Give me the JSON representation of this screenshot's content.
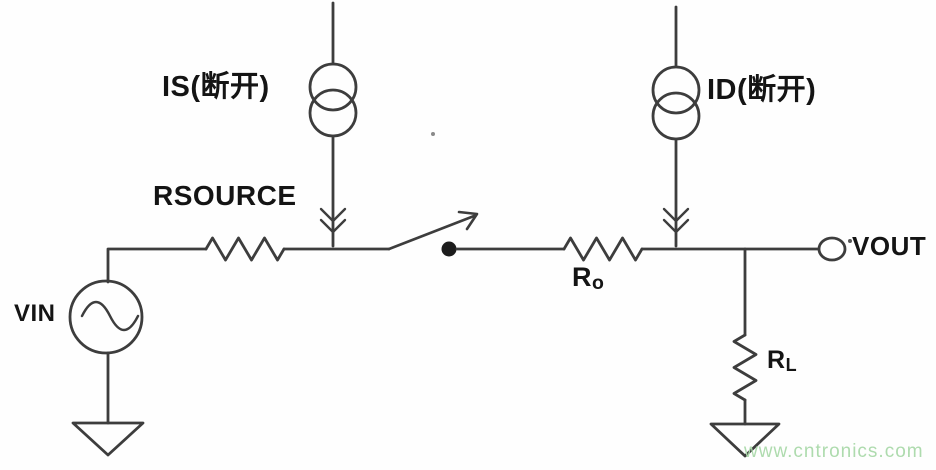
{
  "diagram_type": "circuit-schematic",
  "labels": {
    "is_source": "IS(断开)",
    "id_source": "ID(断开)",
    "rsource": "RSOURCE",
    "vin": "VIN",
    "vout": "VOUT",
    "ro": {
      "main": "R",
      "sub": "o"
    },
    "rl": {
      "main": "R",
      "sub": "L"
    }
  },
  "watermark": {
    "text": "www.cntronics.com",
    "color": "#aedbae"
  },
  "colors": {
    "stroke": "#3d3d3d",
    "label": "#141414",
    "background": "#fefefe",
    "node_dot": "#1c1c1c"
  }
}
